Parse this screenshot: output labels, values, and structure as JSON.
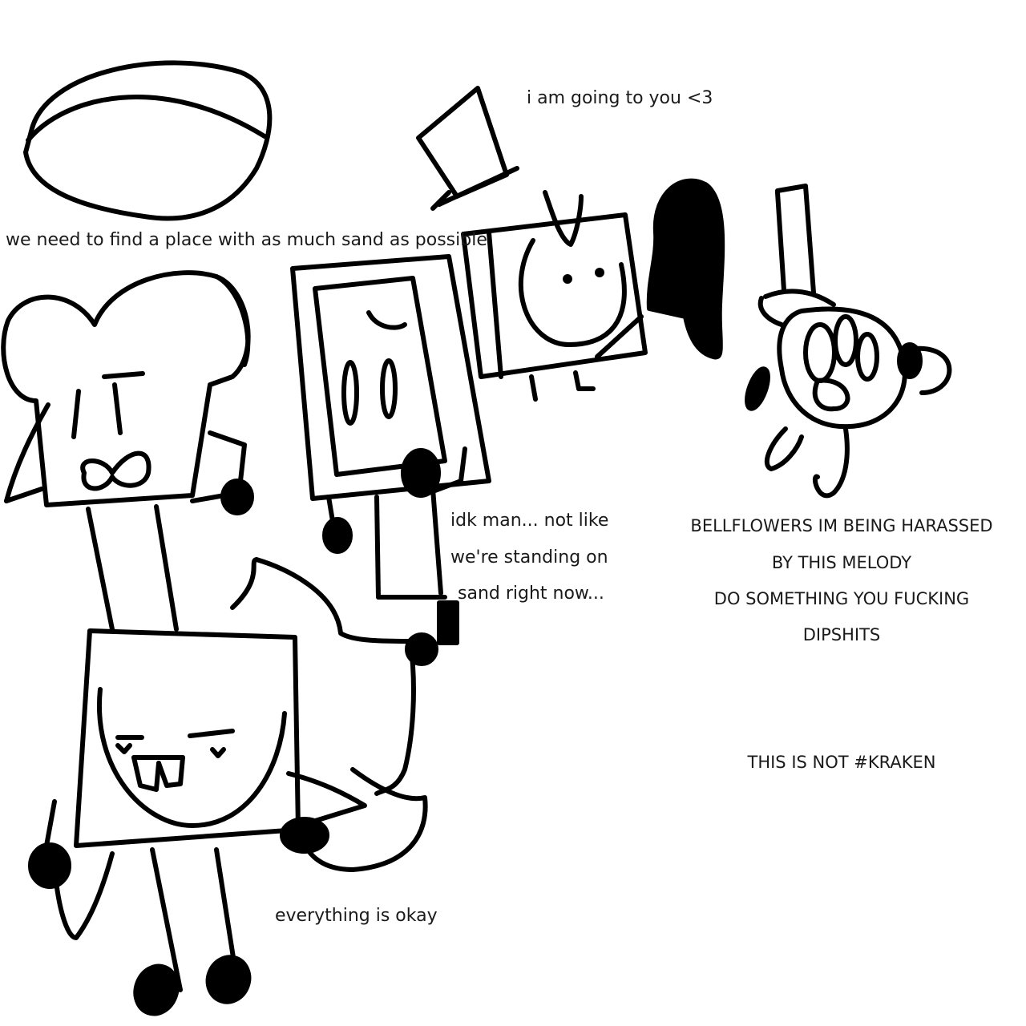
{
  "captions": {
    "going_to_you": "i am going to you <3",
    "find_sand": "we need to find a place with as much sand as possible",
    "idk_man_1": "idk man... not like",
    "idk_man_2": "we're standing on",
    "idk_man_3": "sand right now...",
    "bellflowers_1": "BELLFLOWERS IM BEING HARASSED",
    "bellflowers_2": "BY THIS MELODY",
    "bellflowers_3": "DO SOMETHING YOU FUCKING",
    "bellflowers_4": "DIPSHITS",
    "not_kraken": "THIS IS NOT #KRAKEN",
    "everything_okay": "everything is okay"
  },
  "colors": {
    "ink": "#000000",
    "paper": "#ffffff",
    "text": "#1a1a1a"
  }
}
